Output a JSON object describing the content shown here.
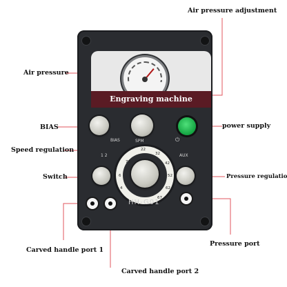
{
  "machine": {
    "panel_title": "Engraving machine",
    "model": "HH-G01",
    "bias_label": "BIAS",
    "spm_label": "SPM",
    "aux_label": "AUX",
    "switch_marks": "1  2",
    "dial_ticks": [
      "22",
      "32",
      "42",
      "52",
      "62",
      "67",
      "73",
      "6",
      "4"
    ]
  },
  "callouts": {
    "air_pressure_adjustment": "Air pressure adjustment",
    "air_pressure": "Air pressure",
    "bias": "BIAS",
    "power_supply": "power supply",
    "speed_regulation": "Speed regulation",
    "switch": "Switch",
    "pressure_regulation": "Pressure regulation",
    "carved_handle_port_1": "Carved handle port 1",
    "pressure_port": "Pressure port",
    "carved_handle_port_2": "Carved handle port 2"
  }
}
